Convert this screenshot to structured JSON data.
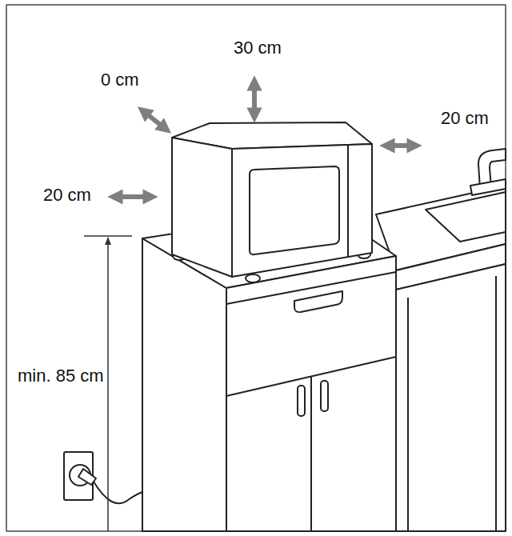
{
  "diagram": {
    "labels": [
      "30 cm",
      "0 cm",
      "20 cm",
      "20 cm",
      "min. 85 cm"
    ]
  }
}
